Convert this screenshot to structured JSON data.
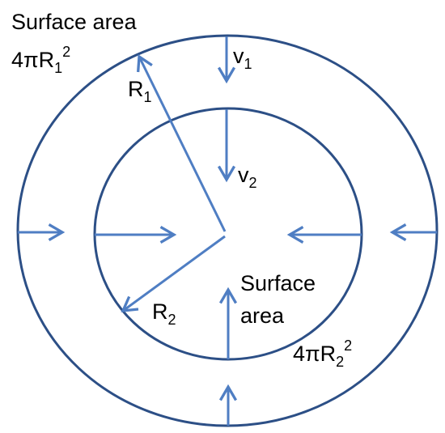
{
  "colors": {
    "ring": "#2c4f86",
    "arrow": "#4f7ec3",
    "text": "#000000"
  },
  "labels": {
    "outer_surface_line1": "Surface area",
    "outer_surface_formula_main": "4πR",
    "outer_surface_formula_sub": "1",
    "outer_surface_formula_sup": "2",
    "r1_main": "R",
    "r1_sub": "1",
    "v1_main": "v",
    "v1_sub": "1",
    "v2_main": "v",
    "v2_sub": "2",
    "r2_main": "R",
    "r2_sub": "2",
    "inner_surface_line1": "Surface",
    "inner_surface_line2": "area",
    "inner_surface_formula_main": "4πR",
    "inner_surface_formula_sub": "2",
    "inner_surface_formula_sup": "2"
  }
}
